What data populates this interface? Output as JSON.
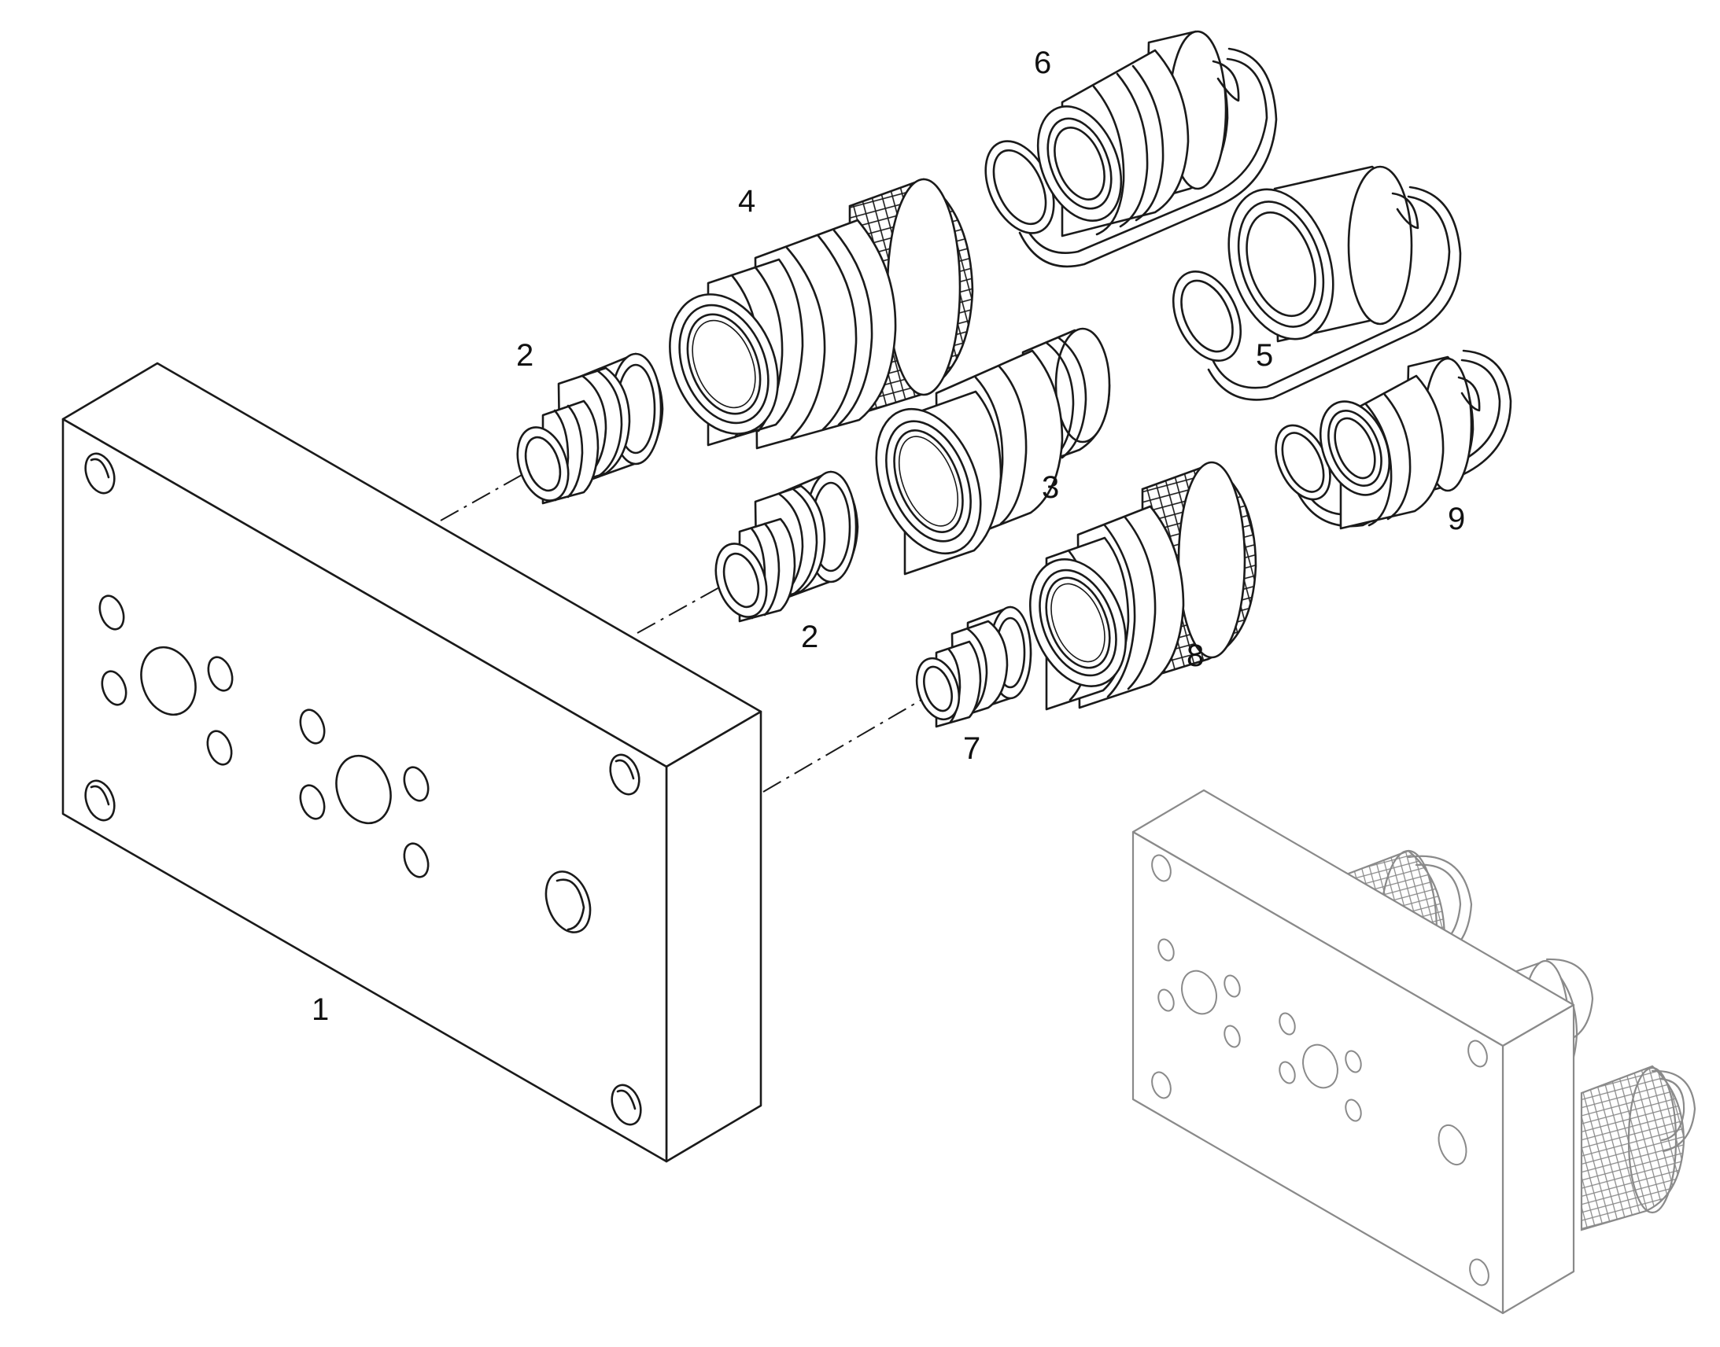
{
  "callouts": {
    "p1": "1",
    "p2a": "2",
    "p2b": "2",
    "p3": "3",
    "p4": "4",
    "p5": "5",
    "p6": "6",
    "p7": "7",
    "p8": "8",
    "p9": "9"
  },
  "line_color": "#1a1a1a",
  "ghost_color": "#8a8a8a"
}
